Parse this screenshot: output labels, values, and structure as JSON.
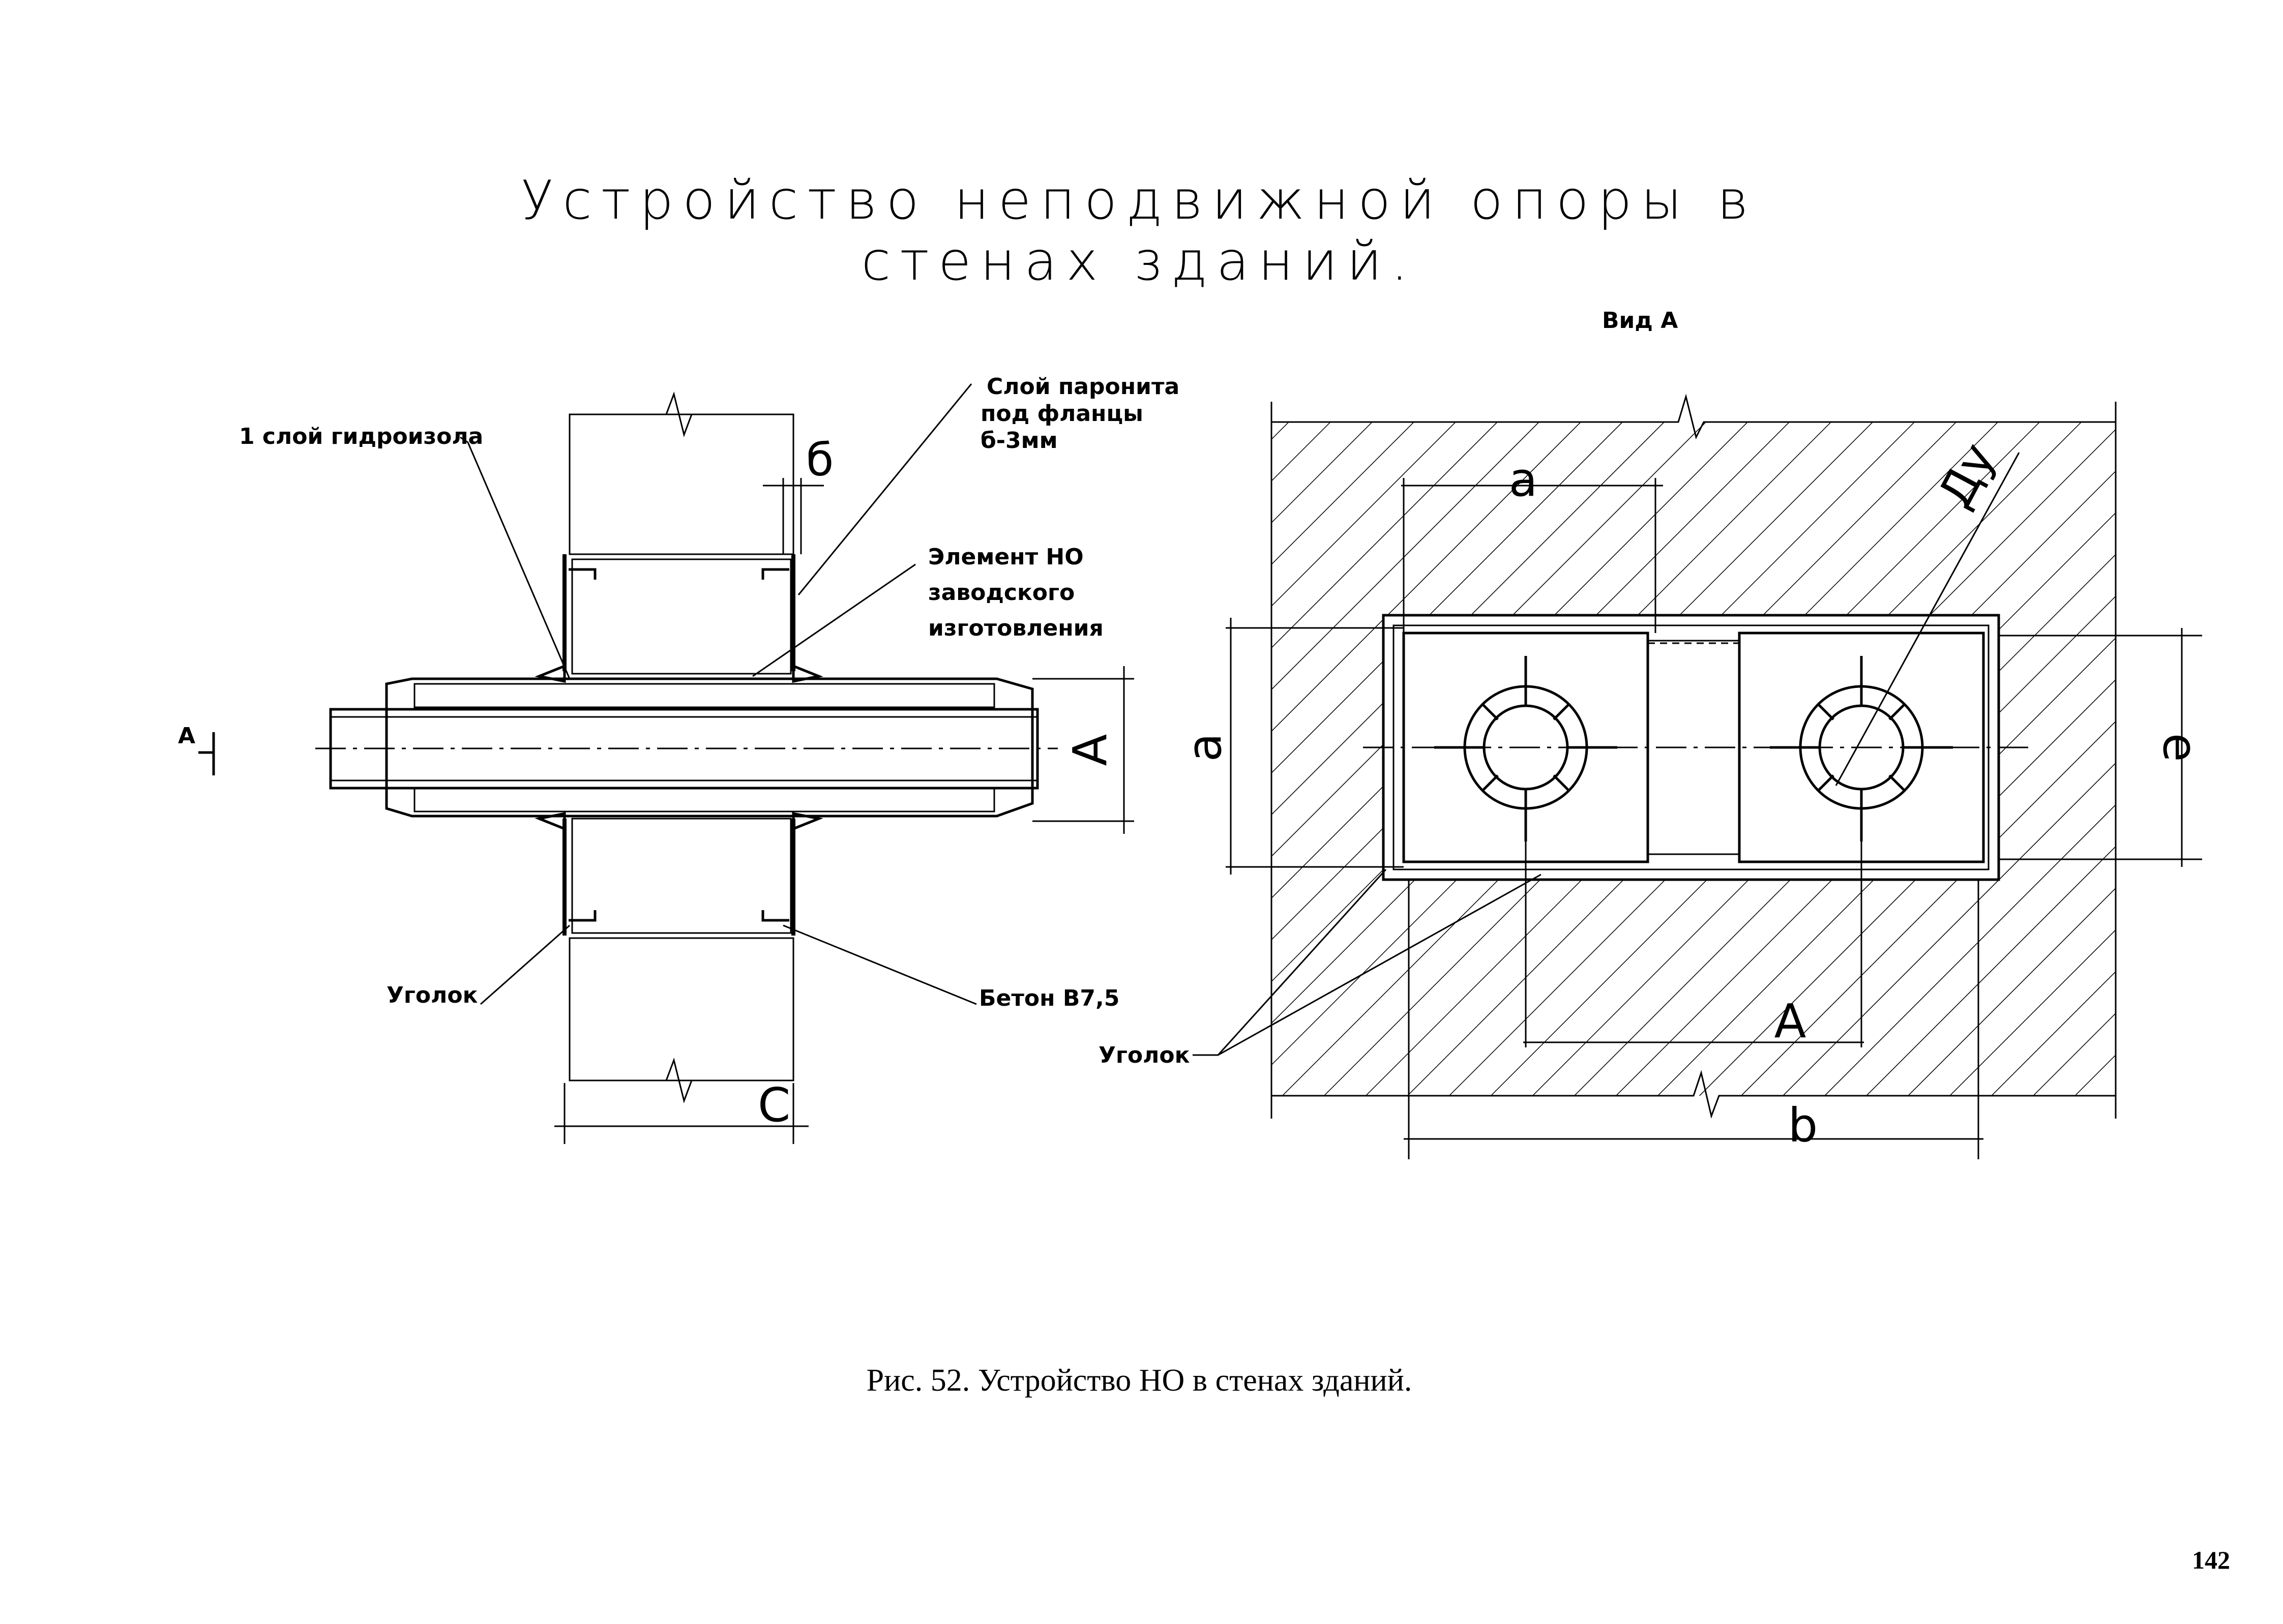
{
  "title": {
    "line1": "Устройство неподвижной опоры в",
    "line2": "стенах зданий."
  },
  "left_view": {
    "labels": {
      "hydro": "1 слой гидроизола",
      "paronite_1": "Слой паронита",
      "paronite_2": "под фланцы",
      "paronite_3": "б-3мм",
      "element_1": "Элемент НО",
      "element_2": "заводского",
      "element_3": "изготовления",
      "angle": "Уголок",
      "concrete": "Бетон В7,5",
      "section_mark": "А"
    },
    "dims": {
      "b": "б",
      "A": "А",
      "C": "С"
    }
  },
  "right_view": {
    "view_title": "Вид А",
    "labels": {
      "angle": "Уголок"
    },
    "dims": {
      "a_top": "а",
      "a_left": "а",
      "du": "Ду",
      "e": "е",
      "A": "А",
      "b": "b"
    }
  },
  "caption": "Рис. 52. Устройство НО в стенах зданий.",
  "page_number": "142"
}
